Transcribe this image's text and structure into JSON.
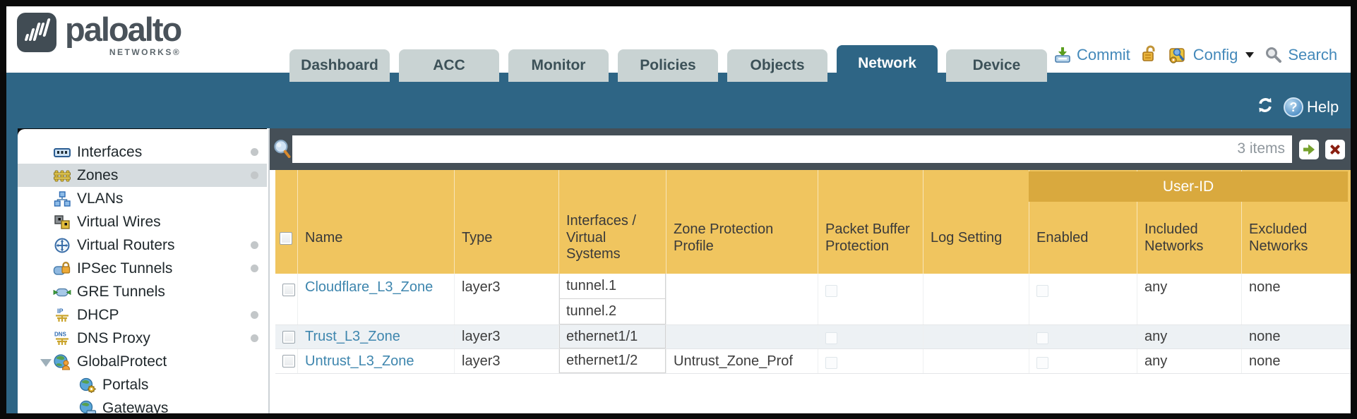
{
  "brand": {
    "name": "paloalto",
    "sub": "NETWORKS®"
  },
  "tabs": [
    {
      "label": "Dashboard",
      "active": false
    },
    {
      "label": "ACC",
      "active": false
    },
    {
      "label": "Monitor",
      "active": false
    },
    {
      "label": "Policies",
      "active": false
    },
    {
      "label": "Objects",
      "active": false
    },
    {
      "label": "Network",
      "active": true
    },
    {
      "label": "Device",
      "active": false
    }
  ],
  "toolbar": {
    "commit": "Commit",
    "config": "Config",
    "search": "Search"
  },
  "band": {
    "help": "Help"
  },
  "sidebar": {
    "items": [
      {
        "label": "Interfaces",
        "dot": true,
        "selected": false
      },
      {
        "label": "Zones",
        "dot": true,
        "selected": true
      },
      {
        "label": "VLANs",
        "dot": false,
        "selected": false
      },
      {
        "label": "Virtual Wires",
        "dot": false,
        "selected": false
      },
      {
        "label": "Virtual Routers",
        "dot": true,
        "selected": false
      },
      {
        "label": "IPSec Tunnels",
        "dot": true,
        "selected": false
      },
      {
        "label": "GRE Tunnels",
        "dot": false,
        "selected": false
      },
      {
        "label": "DHCP",
        "dot": true,
        "selected": false
      },
      {
        "label": "DNS Proxy",
        "dot": true,
        "selected": false
      },
      {
        "label": "GlobalProtect",
        "dot": false,
        "selected": false,
        "expanded": true
      },
      {
        "label": "Portals",
        "dot": false,
        "selected": false,
        "indent": 1
      },
      {
        "label": "Gateways",
        "dot": false,
        "selected": false,
        "indent": 1
      }
    ]
  },
  "filter": {
    "value": "",
    "count_label": "3 items"
  },
  "table": {
    "group_header": "User-ID",
    "columns": [
      "Name",
      "Type",
      "Interfaces / Virtual Systems",
      "Zone Protection Profile",
      "Packet Buffer Protection",
      "Log Setting",
      "Enabled",
      "Included Networks",
      "Excluded Networks"
    ],
    "rows": [
      {
        "name": "Cloudflare_L3_Zone",
        "type": "layer3",
        "interfaces": [
          "tunnel.1",
          "tunnel.2"
        ],
        "zone_protection_profile": "",
        "packet_buffer_protection_checked": false,
        "log_setting": "",
        "user_id_enabled_checked": false,
        "included_networks": "any",
        "excluded_networks": "none"
      },
      {
        "name": "Trust_L3_Zone",
        "type": "layer3",
        "interfaces": [
          "ethernet1/1"
        ],
        "zone_protection_profile": "",
        "packet_buffer_protection_checked": false,
        "log_setting": "",
        "user_id_enabled_checked": false,
        "included_networks": "any",
        "excluded_networks": "none"
      },
      {
        "name": "Untrust_L3_Zone",
        "type": "layer3",
        "interfaces": [
          "ethernet1/2"
        ],
        "zone_protection_profile": "Untrust_Zone_Prof",
        "packet_buffer_protection_checked": false,
        "log_setting": "",
        "user_id_enabled_checked": false,
        "included_networks": "any",
        "excluded_networks": "none"
      }
    ]
  },
  "colors": {
    "accent_teal": "#2e6585",
    "toolbar_slate": "#454f57",
    "header_orange": "#f0c55f",
    "group_header_orange": "#d9a93e",
    "link_blue": "#3e86ae",
    "selected_nav_gray": "#d6dcdf"
  }
}
